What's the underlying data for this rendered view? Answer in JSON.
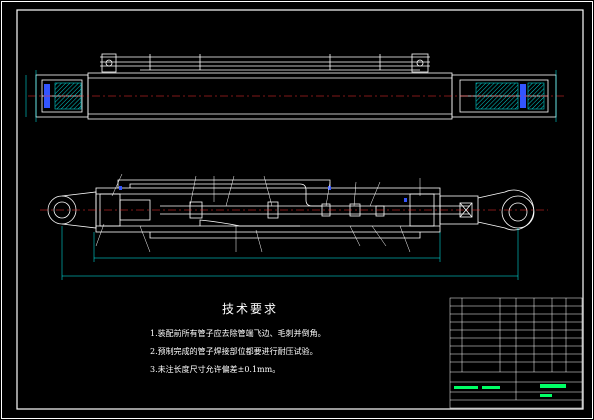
{
  "technical_requirements": {
    "title": "技术要求",
    "items": [
      "1.装配前所有管子应去除管端飞边、毛刺并倒角。",
      "2.预制完成的管子焊接部位都要进行耐压试验。",
      "3.未注长度尺寸允许偏差±0.1mm。"
    ]
  },
  "colors": {
    "background": "#000000",
    "frame": "#ffffff",
    "outline": "#ffffff",
    "hatch": "#00cccc",
    "seal": "#3355ff",
    "dimension": "#00ffff",
    "leader": "#ffffff",
    "title_block_green": "#00ff66",
    "center_line": "#ff3333"
  }
}
